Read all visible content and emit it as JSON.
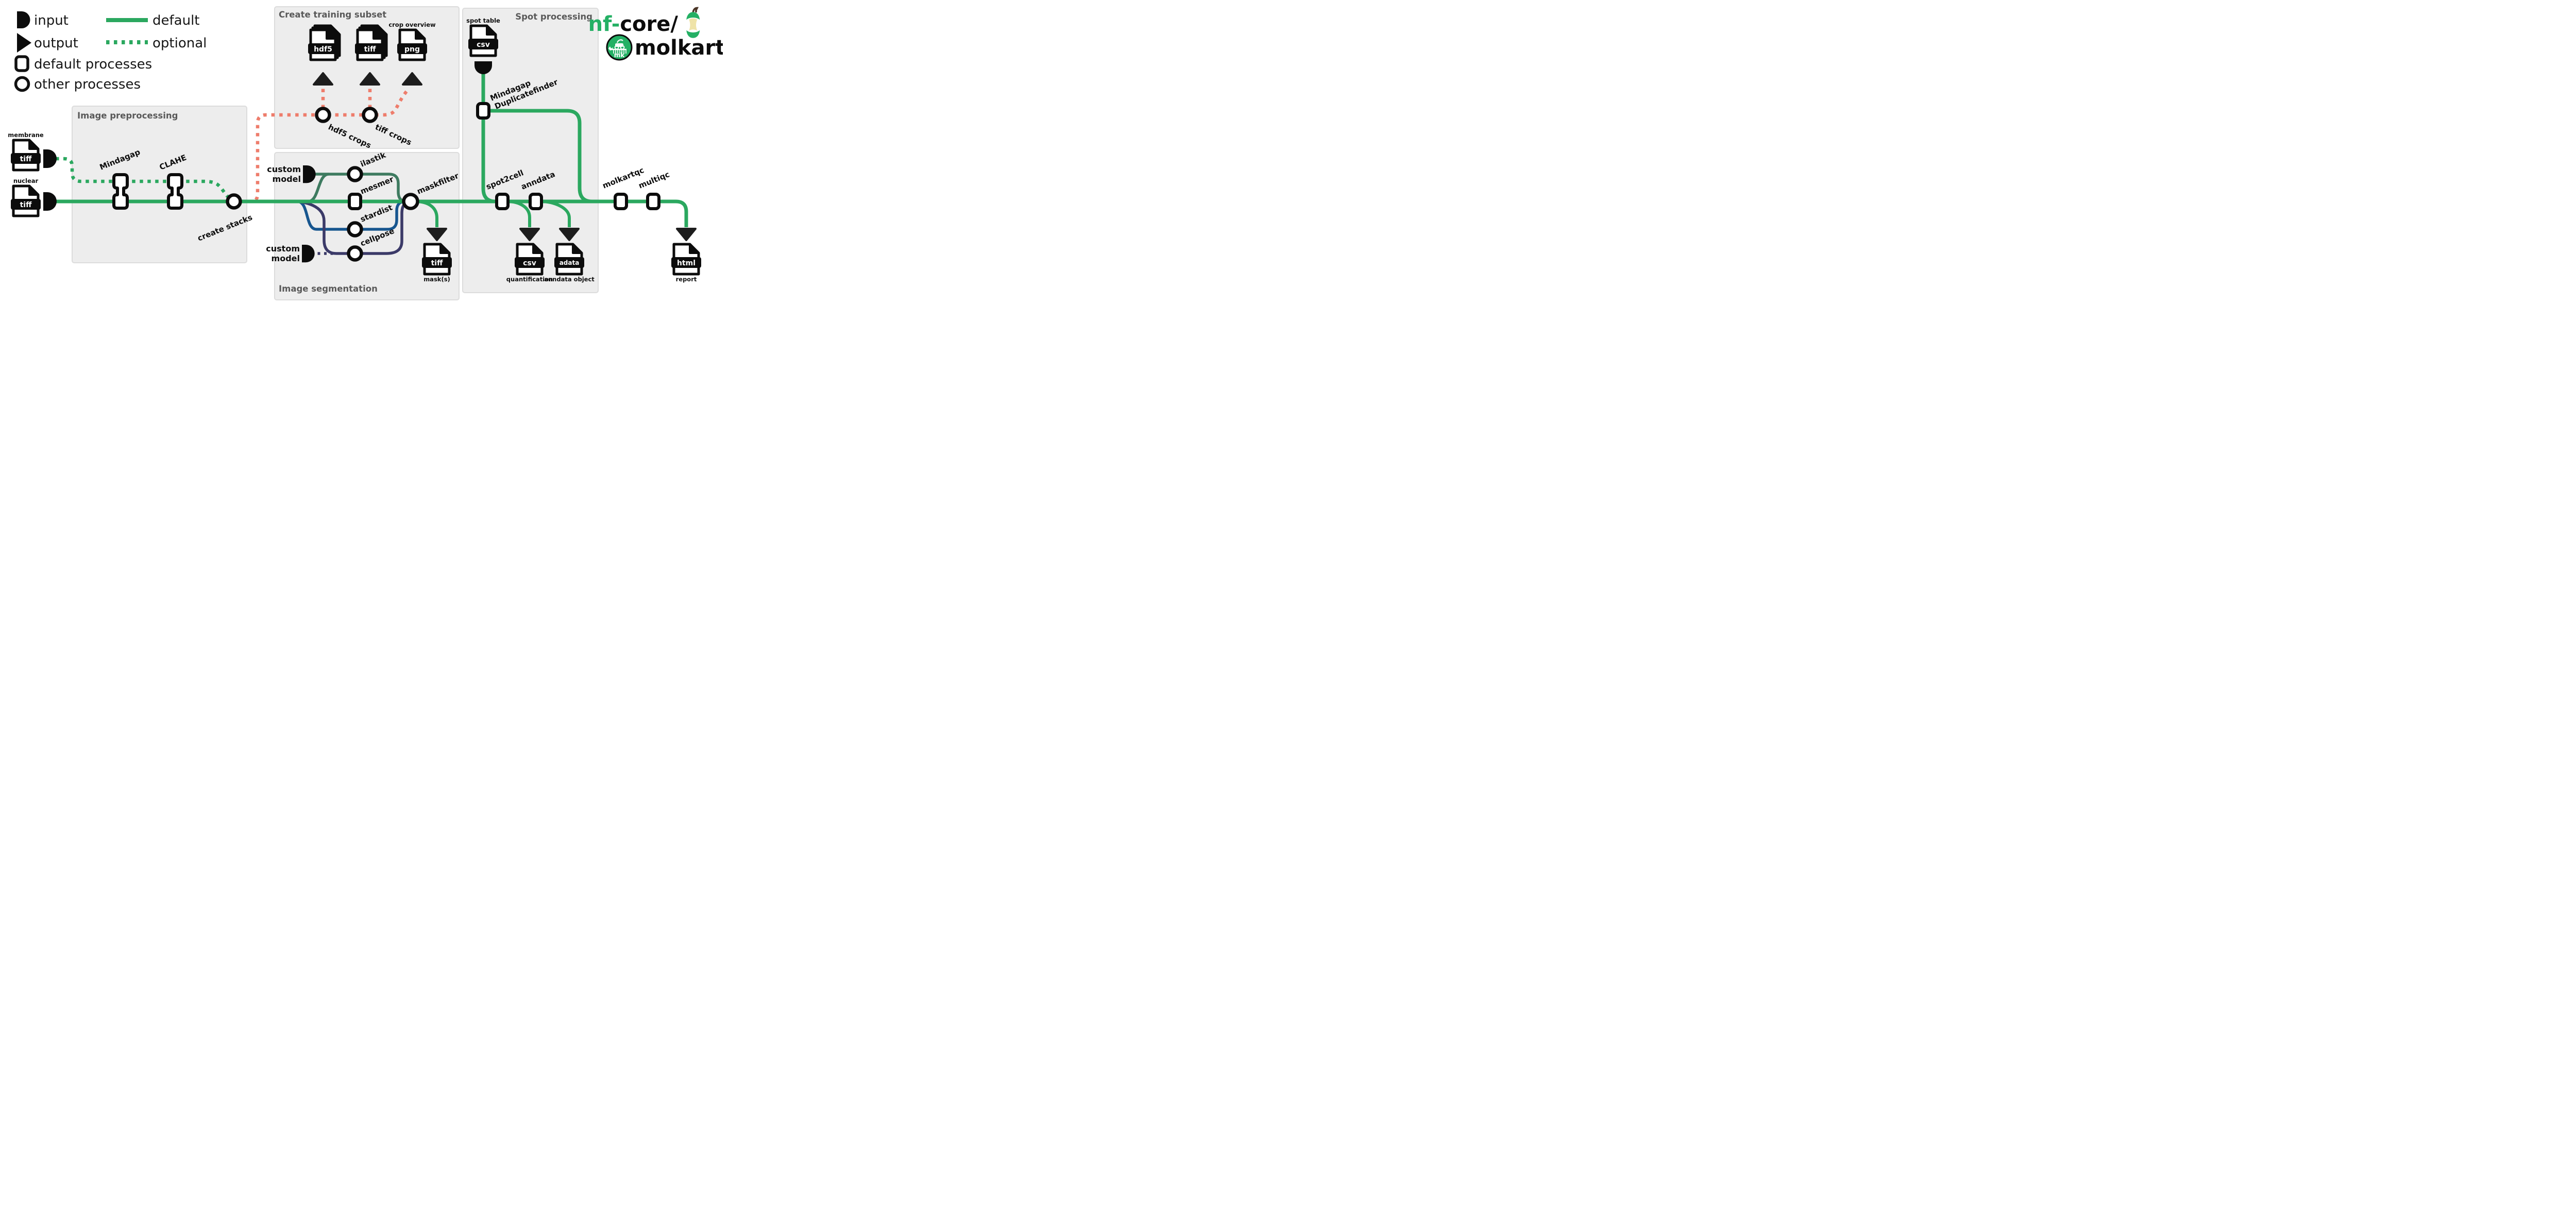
{
  "colors": {
    "green": "#2BA85F",
    "salmon": "#EE7D6C",
    "teal": "#3E7B60",
    "blue": "#17568F",
    "navy": "#3B3A68",
    "box_fill": "#EDEDED",
    "nfcore_green": "#24B064",
    "apple_cream": "#EFE3A8",
    "stem_brown": "#4A3426",
    "black": "#0C0C0C"
  },
  "legend": {
    "input": "input",
    "output": "output",
    "default_processes": "default processes",
    "other_processes": "other processes",
    "default_line": "default",
    "optional_line": "optional"
  },
  "logo": {
    "prefix": "nf-",
    "core": "core/",
    "name": "molkart",
    "badge": "mk"
  },
  "boxes": {
    "preprocessing": "Image preprocessing",
    "training": "Create training subset",
    "segmentation": "Image segmentation",
    "spot": "Spot processing"
  },
  "processes": {
    "mindagap": "Mindagap",
    "clahe": "CLAHE",
    "create_stacks": "create stacks",
    "hdf5_crops": "hdf5 crops",
    "tiff_crops": "tiff crops",
    "ilastik": "ilastik",
    "mesmer": "mesmer",
    "stardist": "stardist",
    "cellpose": "cellpose",
    "maskfilter": "maskfilter",
    "duplicatefinder_line1": "Mindagap",
    "duplicatefinder_line2": "Duplicatefinder",
    "spot2cell": "spot2cell",
    "anndata": "anndata",
    "molkartqc": "molkartqc",
    "multiqc": "multiqc"
  },
  "inputs": {
    "custom_top_line1": "custom",
    "custom_top_line2": "model",
    "custom_bottom_line1": "custom",
    "custom_bottom_line2": "model"
  },
  "files": {
    "membrane": {
      "label": "membrane",
      "type": "tiff"
    },
    "nuclear": {
      "label": "nuclear",
      "type": "tiff"
    },
    "hdf5_crops": {
      "type": "hdf5"
    },
    "tiff_crops": {
      "type": "tiff"
    },
    "crop_overview": {
      "label": "crop overview",
      "type": "png"
    },
    "spot_table": {
      "label": "spot table",
      "type": "csv"
    },
    "masks": {
      "label": "mask(s)",
      "type": "tiff"
    },
    "quantification": {
      "label": "quantification",
      "type": "csv"
    },
    "anndata_object": {
      "label": "anndata object",
      "type": "adata"
    },
    "report": {
      "label": "report",
      "type": "html"
    }
  }
}
